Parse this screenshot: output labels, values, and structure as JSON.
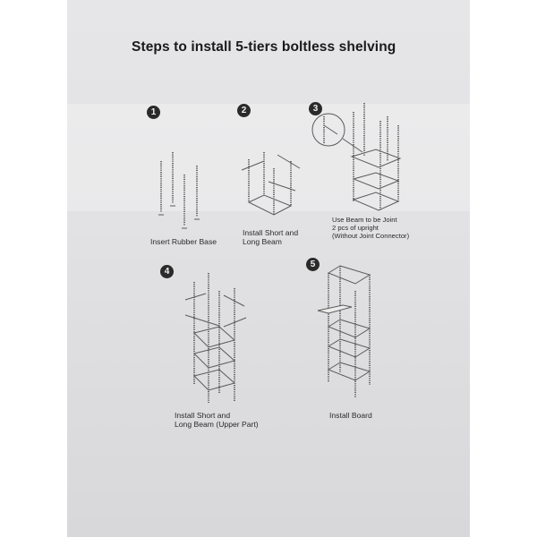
{
  "document": {
    "title": "Steps to install 5-tiers boltless shelving",
    "colors": {
      "paper": "#e2e2e4",
      "text": "#1a1a1a",
      "step_badge": "#2a2a2a",
      "margin": "#ffffff"
    },
    "steps": [
      {
        "number": "1",
        "caption_lines": [
          "Insert Rubber Base"
        ],
        "illustration": "four-uprights-with-rubber-feet"
      },
      {
        "number": "2",
        "caption_lines": [
          "Install Short and",
          "Long Beam"
        ],
        "illustration": "bottom-frame-beams"
      },
      {
        "number": "3",
        "caption_lines": [
          "Use Beam to be Joint",
          "2 pcs of upright",
          "(Without Joint Connector)"
        ],
        "illustration": "three-tier-frame-with-detail-circle"
      },
      {
        "number": "4",
        "caption_lines": [
          "Install Short and",
          "Long Beam (Upper Part)"
        ],
        "illustration": "tall-frame-upper-beams"
      },
      {
        "number": "5",
        "caption_lines": [
          "Install Board"
        ],
        "illustration": "five-tier-shelf-with-board"
      }
    ]
  }
}
